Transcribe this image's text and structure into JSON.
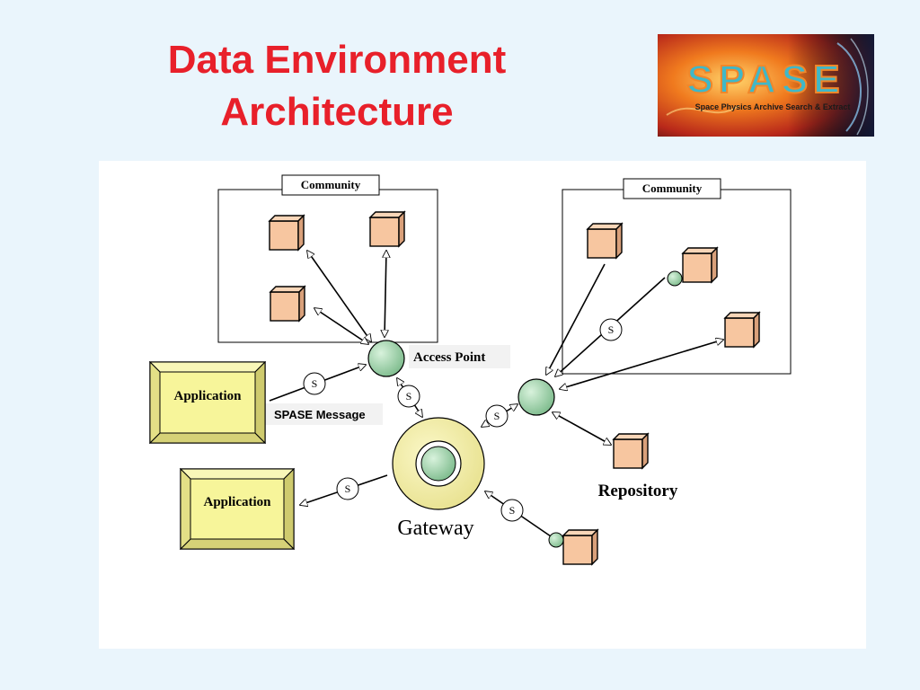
{
  "slide": {
    "title_line1": "Data Environment",
    "title_line2": "Architecture"
  },
  "logo": {
    "name": "SPASE",
    "subtitle": "Space Physics Archive Search & Extract"
  },
  "diagram": {
    "community_left": "Community",
    "community_right": "Community",
    "access_point": "Access Point",
    "spase_message": "SPASE Message",
    "application_1": "Application",
    "application_2": "Application",
    "gateway": "Gateway",
    "repository": "Repository",
    "s": "S"
  },
  "colors": {
    "title": "#e8202a",
    "background": "#eaf5fc",
    "box_fill": "#f7c6a0",
    "node_fill": "#9ed7a8",
    "app_fill": "#f7f59a",
    "gateway_ring": "#f3f0a6"
  }
}
